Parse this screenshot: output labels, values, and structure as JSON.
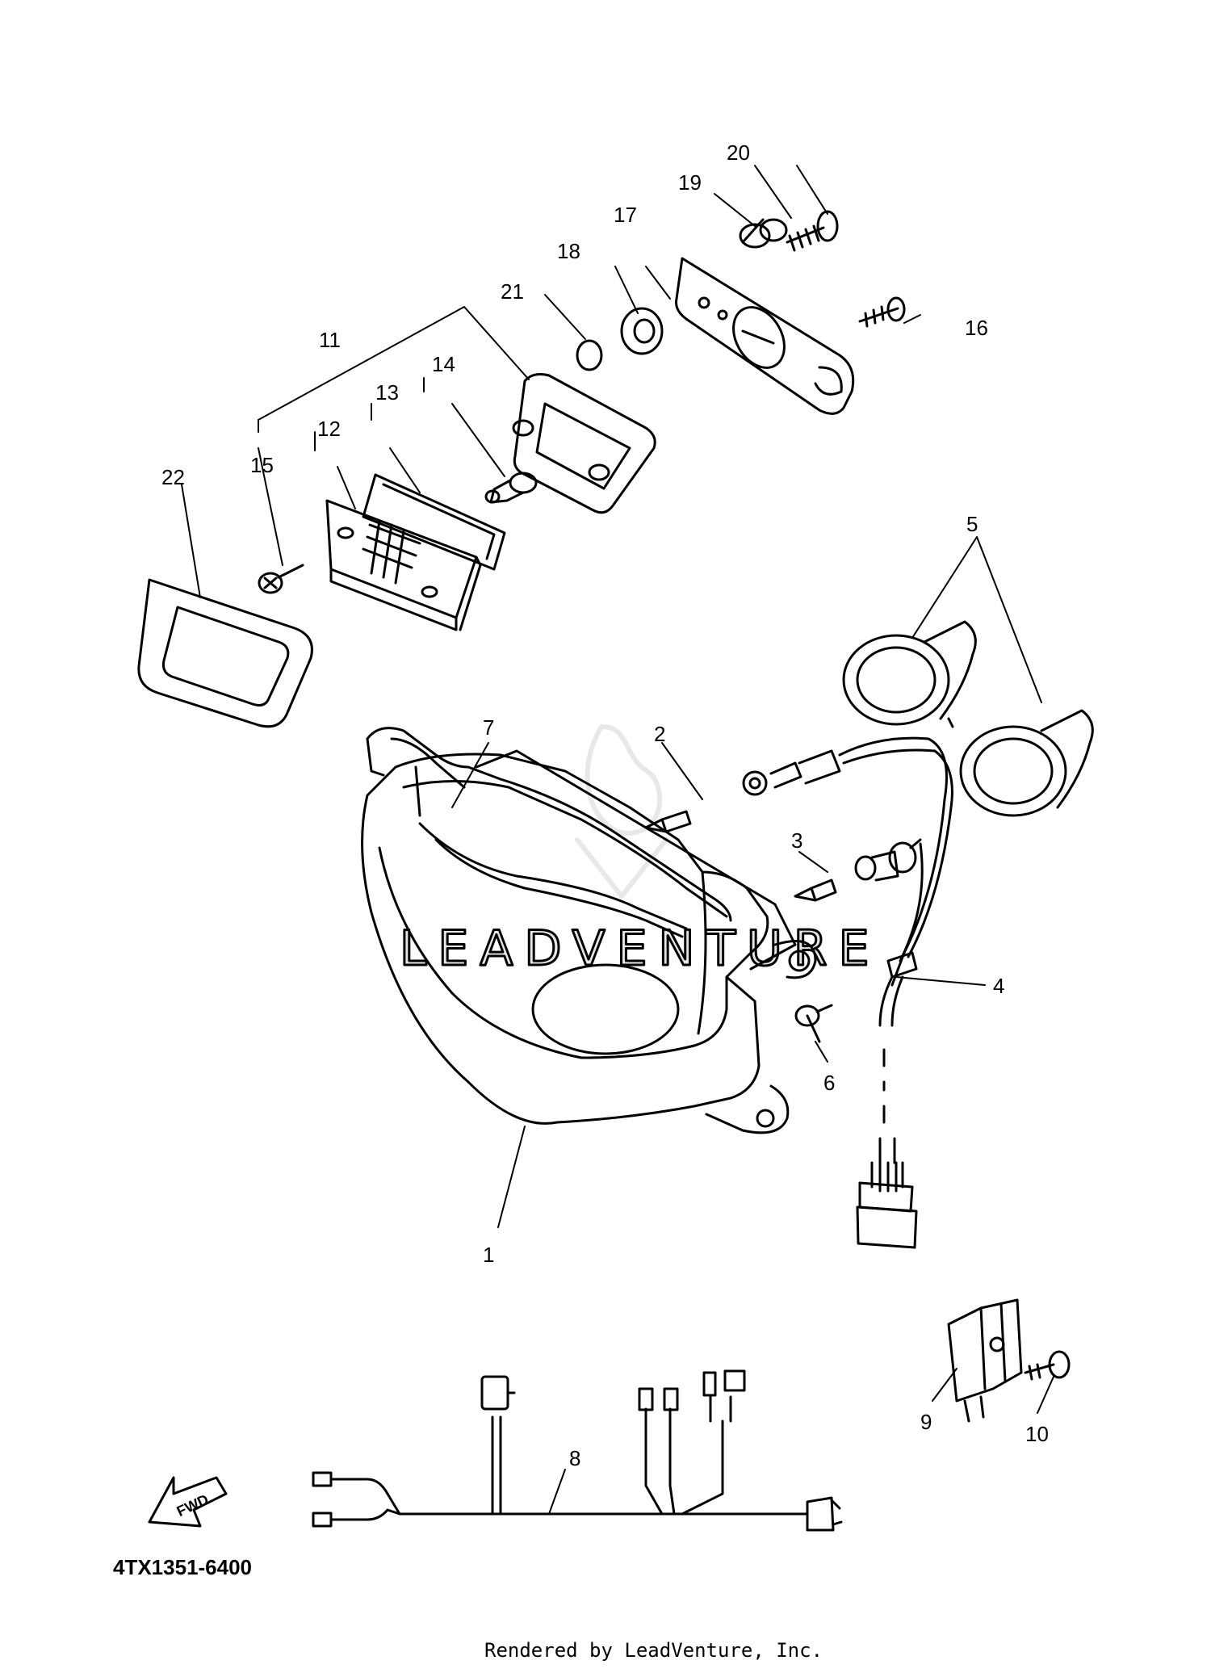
{
  "diagram": {
    "part_code": "4TX1351-6400",
    "footer": "Rendered by LeadVenture, Inc.",
    "fwd_label": "FWD",
    "watermark": "LEADVENTURE",
    "callouts": [
      "1",
      "2",
      "3",
      "4",
      "5",
      "6",
      "7",
      "8",
      "9",
      "10",
      "11",
      "12",
      "13",
      "14",
      "15",
      "16",
      "17",
      "18",
      "19",
      "20",
      "21",
      "22"
    ]
  }
}
